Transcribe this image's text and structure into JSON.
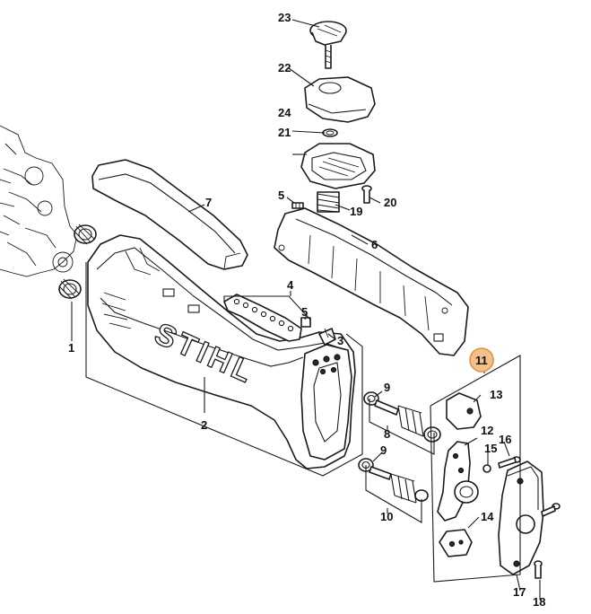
{
  "brand_text": "STIHL",
  "highlight_color": "#f4c08a",
  "highlight_stroke": "#e8903a",
  "callouts": {
    "n1": "1",
    "n2": "2",
    "n3": "3",
    "n4": "4",
    "n5a": "5",
    "n5b": "5",
    "n6": "6",
    "n7": "7",
    "n8": "8",
    "n9a": "9",
    "n9b": "9",
    "n10": "10",
    "n11": "11",
    "n12": "12",
    "n13": "13",
    "n14": "14",
    "n15": "15",
    "n16": "16",
    "n17": "17",
    "n18": "18",
    "n19": "19",
    "n20": "20",
    "n21": "21",
    "n22": "22",
    "n23": "23",
    "n24": "24"
  }
}
